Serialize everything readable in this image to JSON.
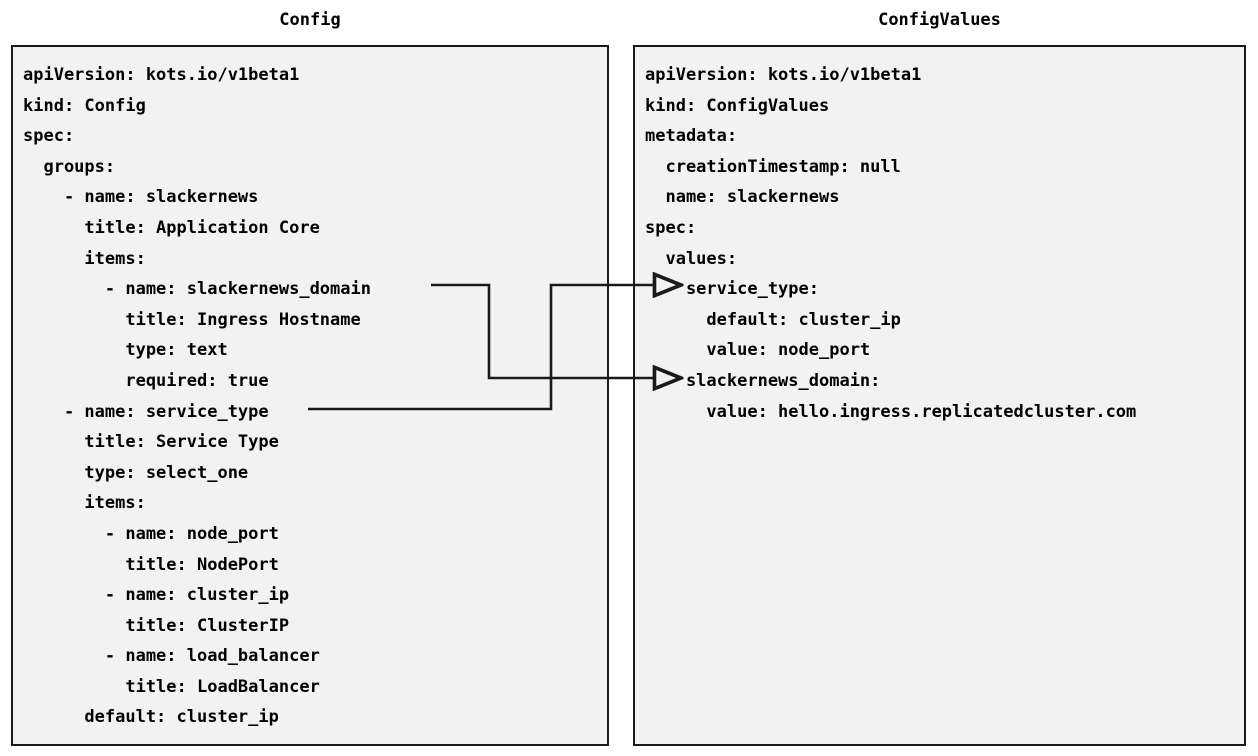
{
  "diagram": {
    "type": "yaml-mapping-diagram",
    "background_color": "#ffffff",
    "panel_fill": "#f2f2f2",
    "panel_border_color": "#1a1a1a",
    "connector_color": "#1a1a1a"
  },
  "left_panel": {
    "title": "Config",
    "lines": [
      "apiVersion: kots.io/v1beta1",
      "kind: Config",
      "spec:",
      "  groups:",
      "    - name: slackernews",
      "      title: Application Core",
      "      items:",
      "        - name: slackernews_domain",
      "          title: Ingress Hostname",
      "          type: text",
      "          required: true",
      "    - name: service_type",
      "      title: Service Type",
      "      type: select_one",
      "      items:",
      "        - name: node_port",
      "          title: NodePort",
      "        - name: cluster_ip",
      "          title: ClusterIP",
      "        - name: load_balancer",
      "          title: LoadBalancer",
      "      default: cluster_ip"
    ]
  },
  "right_panel": {
    "title": "ConfigValues",
    "lines": [
      "apiVersion: kots.io/v1beta1",
      "kind: ConfigValues",
      "metadata:",
      "  creationTimestamp: null",
      "  name: slackernews",
      "spec:",
      "  values:",
      "    service_type:",
      "      default: cluster_ip",
      "      value: node_port",
      "    slackernews_domain:",
      "      value: hello.ingress.replicatedcluster.com"
    ]
  },
  "connectors": [
    {
      "label": "slackernews_domain-to-slackernews_domain",
      "from_line": "- name: slackernews_domain",
      "to_line": "slackernews_domain:",
      "arrowhead": "open-triangle"
    },
    {
      "label": "service_type-to-service_type",
      "from_line": "- name: service_type",
      "to_line": "service_type:",
      "arrowhead": "open-triangle"
    }
  ]
}
